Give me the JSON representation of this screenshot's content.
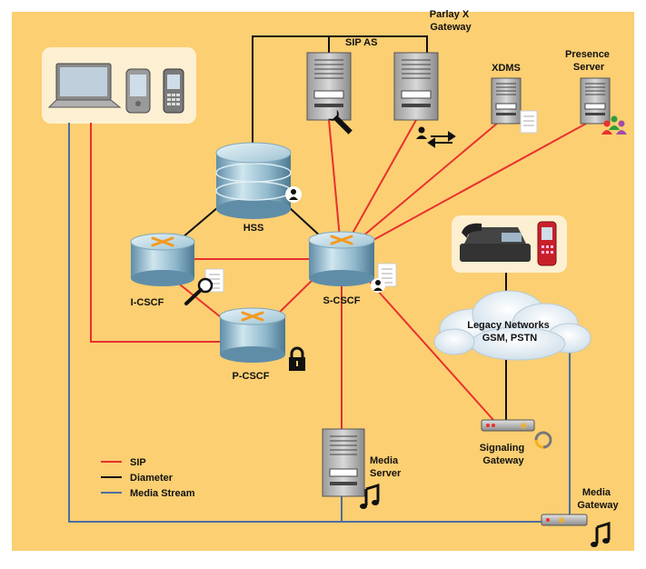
{
  "colors": {
    "background": "#fbcf72",
    "sip": "#e8312f",
    "diameter": "#111111",
    "media_stream": "#4d6ea0",
    "device_panel": "#fdf0d2"
  },
  "nodes": {
    "sip_as": "SIP AS",
    "parlay_x_gateway_line1": "Parlay X",
    "parlay_x_gateway_line2": "Gateway",
    "xdms": "XDMS",
    "presence_server_line1": "Presence",
    "presence_server_line2": "Server",
    "hss": "HSS",
    "i_cscf": "I-CSCF",
    "s_cscf": "S-CSCF",
    "p_cscf": "P-CSCF",
    "legacy_networks_line1": "Legacy Networks",
    "legacy_networks_line2": "GSM, PSTN",
    "signaling_gateway_line1": "Signaling",
    "signaling_gateway_line2": "Gateway",
    "media_server_line1": "Media",
    "media_server_line2": "Server",
    "media_gateway_line1": "Media",
    "media_gateway_line2": "Gateway"
  },
  "legend": {
    "sip": "SIP",
    "diameter": "Diameter",
    "media_stream": "Media Stream"
  },
  "icons": [
    "laptop-icon",
    "smartphone-icon",
    "mobile-phone-icon",
    "desk-phone-icon",
    "wrench-icon",
    "user-icon",
    "exchange-arrows-icon",
    "document-icon",
    "group-users-icon",
    "magnifier-icon",
    "lock-icon",
    "music-note-icon",
    "cloud-icon"
  ]
}
